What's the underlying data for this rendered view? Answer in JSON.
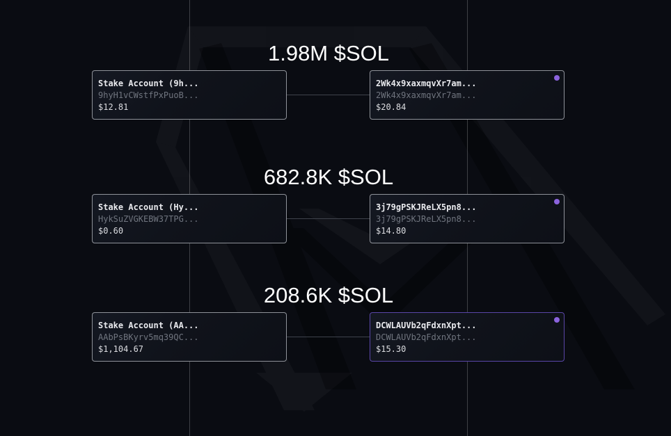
{
  "view": {
    "asset": "$SOL",
    "canvas_label": "transfer-flow-visualization"
  },
  "colors": {
    "background": "#0a0c12",
    "node_fill": "#10131b",
    "node_border": "#dde0e6",
    "highlight_border": "#5a46a8",
    "status_dot": "#8b63dd",
    "edge_line": "#3f434c",
    "flow_label_text": "#ffffff",
    "address_text": "#70757f"
  },
  "rows": [
    {
      "flow_label": "1.98M $SOL",
      "source": {
        "title": "Stake Account (9h...",
        "address": "9hyH1vCWstfPxPuoB...",
        "usd_value": "$12.81"
      },
      "target": {
        "title": "2Wk4x9xaxmqvXr7am...",
        "address": "2Wk4x9xaxmqvXr7am...",
        "usd_value": "$20.84",
        "highlighted": false
      }
    },
    {
      "flow_label": "682.8K $SOL",
      "source": {
        "title": "Stake Account (Hy...",
        "address": "HykSuZVGKEBW37TPG...",
        "usd_value": "$0.60"
      },
      "target": {
        "title": "3j79gPSKJReLX5pn8...",
        "address": "3j79gPSKJReLX5pn8...",
        "usd_value": "$14.80",
        "highlighted": false
      }
    },
    {
      "flow_label": "208.6K $SOL",
      "source": {
        "title": "Stake Account (AA...",
        "address": "AAbPsBKyrv5mq39QC...",
        "usd_value": "$1,104.67"
      },
      "target": {
        "title": "DCWLAUVb2qFdxnXpt...",
        "address": "DCWLAUVb2qFdxnXpt...",
        "usd_value": "$15.30",
        "highlighted": true
      }
    }
  ]
}
